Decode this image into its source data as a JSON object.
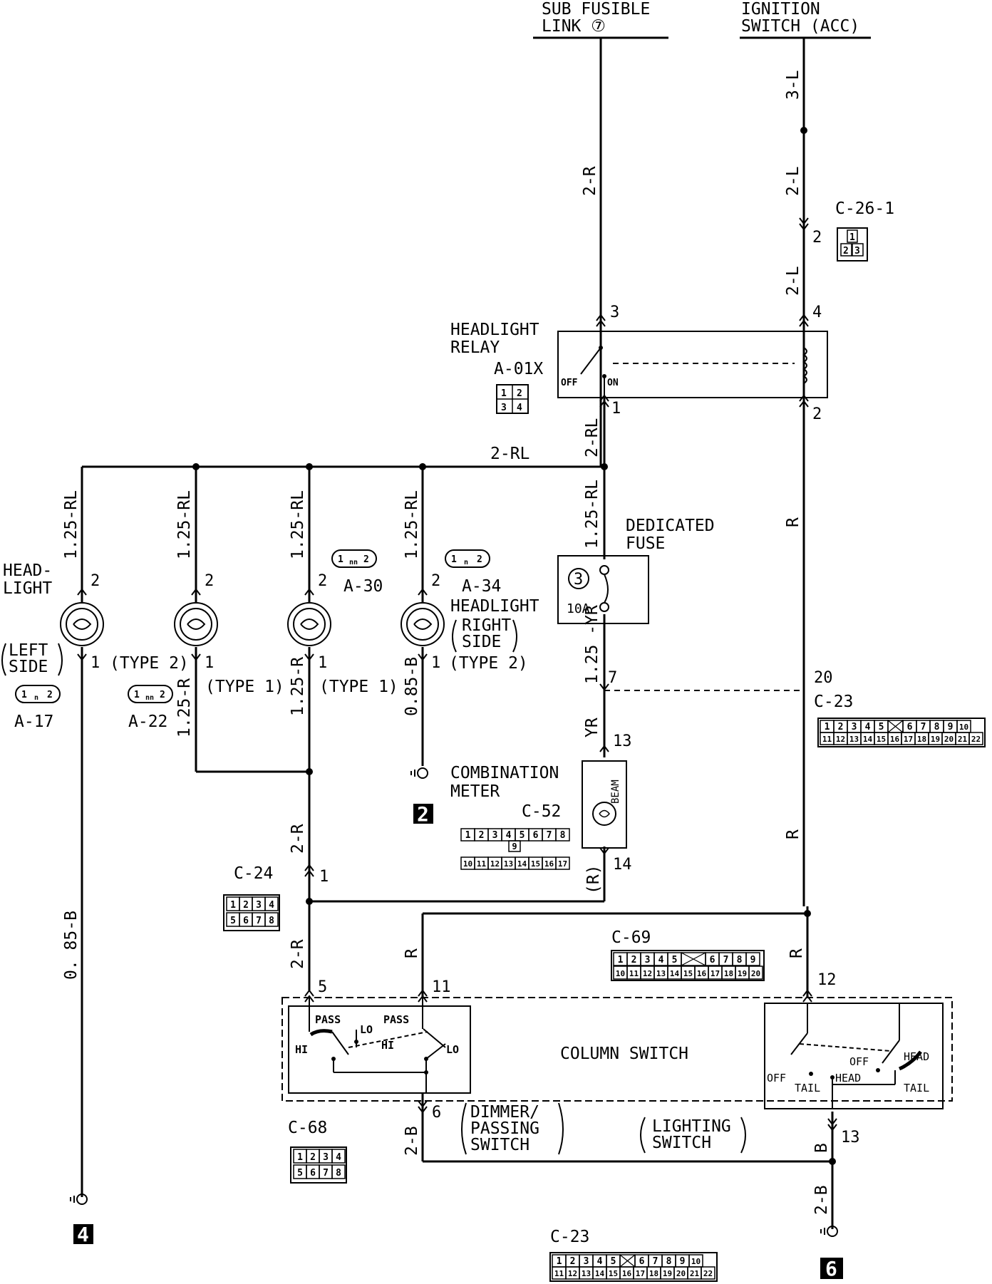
{
  "sources": {
    "sub_fusible_link": [
      "SUB FUSIBLE",
      "LINK ⑦"
    ],
    "ignition_switch": [
      "IGNITION",
      "SWITCH (ACC)"
    ]
  },
  "wires": {
    "w_2R_top": "2-R",
    "w_3L": "3-L",
    "w_2L_a": "2-L",
    "w_2L_b": "2-L",
    "w_2RL_h": "2-RL",
    "w_2RL_v": "2-RL",
    "w_125RL_fuse": "1.25-RL",
    "w_125RL_1": "1.25-RL",
    "w_125RL_2": "1.25-RL",
    "w_125RL_3": "1.25-RL",
    "w_125RL_4": "1.25-RL",
    "w_R_upper": "R",
    "w_R_mid": "R",
    "w_R_low": "R",
    "w_R_col": "R",
    "w_125YR": "1.25 -YR",
    "w_YR": "YR",
    "w_R_paren": "(R)",
    "w_125R_a": "1.25-R",
    "w_125R_b": "1.25-R",
    "w_085B_a": "0.85-B",
    "w_085B_b": "0. 85-B",
    "w_2R_a": "2-R",
    "w_2R_b": "2-R",
    "w_2B_a": "2-B",
    "w_2B_b": "2-B",
    "w_B": "B"
  },
  "components": {
    "headlight_relay": [
      "HEADLIGHT",
      "RELAY"
    ],
    "relay_conn": "A-01X",
    "relay_off": "OFF",
    "relay_on": "ON",
    "dedicated_fuse": [
      "DEDICATED",
      "FUSE"
    ],
    "fuse_number": "3",
    "fuse_rating": "10A",
    "headlight_left": [
      "HEAD-",
      "LIGHT"
    ],
    "left_side": [
      "LEFT",
      "SIDE"
    ],
    "headlight_right": "HEADLIGHT",
    "right_side": [
      "RIGHT",
      "SIDE"
    ],
    "type2_a": "(TYPE 2)",
    "type2_b": "(TYPE 2)",
    "type1_a": "(TYPE 1)",
    "type1_b": "(TYPE 1)",
    "combination_meter": [
      "COMBINATION",
      "METER"
    ],
    "beam": "BEAM",
    "column_switch": "COLUMN SWITCH",
    "dimmer_switch": [
      "DIMMER/",
      "PASSING",
      "SWITCH"
    ],
    "lighting_switch": [
      "LIGHTING",
      "SWITCH"
    ],
    "pass_1": "PASS",
    "pass_2": "PASS",
    "hi_1": "HI",
    "hi_2": "HI",
    "lo_1": "LO",
    "lo_2": "LO",
    "off_1": "OFF",
    "off_2": "OFF",
    "tail_1": "TAIL",
    "tail_2": "TAIL",
    "head_1": "HEAD",
    "head_2": "HEAD"
  },
  "connectors": {
    "c26": "C-26-1",
    "a30": "A-30",
    "a34": "A-34",
    "a17": "A-17",
    "a22": "A-22",
    "c23": "C-23",
    "c23_bottom": "C-23",
    "c52": "C-52",
    "c24": "C-24",
    "c69": "C-69",
    "c68": "C-68"
  },
  "pins": {
    "p3": "3",
    "p4": "4",
    "p2_ign": "2",
    "p1_relay": "1",
    "p2_relay": "2",
    "p2_hl1": "2",
    "p2_hl2": "2",
    "p2_hl3": "2",
    "p2_hl4": "2",
    "p1_hl1": "1",
    "p1_hl2": "1",
    "p1_hl3": "1",
    "p1_hl4": "1",
    "p7": "7",
    "p20": "20",
    "p13_meter": "13",
    "p14": "14",
    "p1_c24": "1",
    "p5": "5",
    "p11": "11",
    "p12": "12",
    "p6": "6",
    "p13_col": "13"
  },
  "grounds": {
    "g2": "2",
    "g4": "4",
    "g6": "6"
  },
  "pin_grids": {
    "c26": [
      "1",
      "2",
      "3"
    ],
    "a01x": [
      "1",
      "2",
      "3",
      "4"
    ],
    "a17": [
      "1",
      "n",
      "2"
    ],
    "a22": [
      "1",
      "nn",
      "2"
    ],
    "a30": [
      "1",
      "nn",
      "2"
    ],
    "a34": [
      "1",
      "n",
      "2"
    ],
    "c23_top": [
      "1",
      "2",
      "3",
      "4",
      "5",
      "6",
      "7",
      "8",
      "9",
      "10"
    ],
    "c23_bot": [
      "11",
      "12",
      "13",
      "14",
      "15",
      "16",
      "17",
      "18",
      "19",
      "20",
      "21",
      "22"
    ],
    "c52_top": [
      "1",
      "2",
      "3",
      "4",
      "5",
      "6",
      "7",
      "8"
    ],
    "c52_mid": "9",
    "c52_bot": [
      "10",
      "11",
      "12",
      "13",
      "14",
      "15",
      "16",
      "17"
    ],
    "c24": [
      "1",
      "2",
      "3",
      "4",
      "5",
      "6",
      "7",
      "8"
    ],
    "c68": [
      "1",
      "2",
      "3",
      "4",
      "5",
      "6",
      "7",
      "8"
    ],
    "c69_top": [
      "1",
      "2",
      "3",
      "4",
      "5",
      "6",
      "7",
      "8",
      "9"
    ],
    "c69_bot": [
      "10",
      "11",
      "12",
      "13",
      "14",
      "15",
      "16",
      "17",
      "18",
      "19",
      "20"
    ]
  }
}
